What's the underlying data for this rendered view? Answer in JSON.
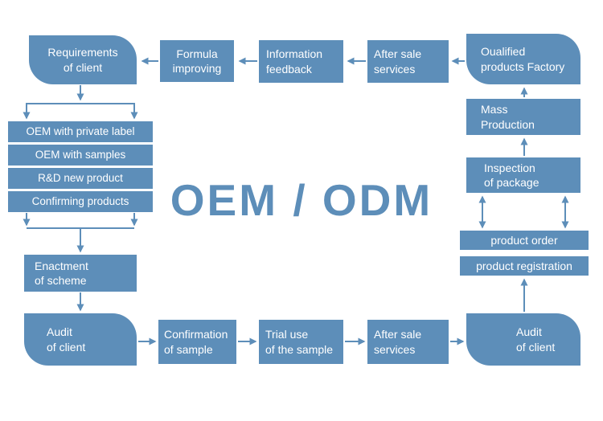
{
  "title": "OEM / ODM",
  "colors": {
    "node_fill": "#5d8eb9",
    "node_text": "#ffffff",
    "accent": "#5d8eb9",
    "background": "#ffffff"
  },
  "top_row": {
    "requirements": "Requirements\nof client",
    "formula_improving": "Formula\nimproving",
    "information_feedback": "Information\nfeedback",
    "after_sale_services": "After sale\nservices",
    "qualified_factory": "Oualified\nproducts Factory"
  },
  "oem_options": [
    "OEM with private label",
    "OEM with samples",
    "R&D new product",
    "Confirming products"
  ],
  "left_column": {
    "enactment_of_scheme": "Enactment\nof scheme",
    "audit_of_client": "Audit\nof client"
  },
  "bottom_row": {
    "confirmation_of_sample": "Confirmation\nof sample",
    "trial_use": "Trial use\nof the sample",
    "after_sale_services": "After sale\nservices",
    "audit_of_client": "Audit\nof client"
  },
  "right_column": {
    "mass_production": "Mass\nProduction",
    "inspection_of_package": "Inspection\nof package",
    "product_order": "product order",
    "product_registration": "product registration"
  }
}
